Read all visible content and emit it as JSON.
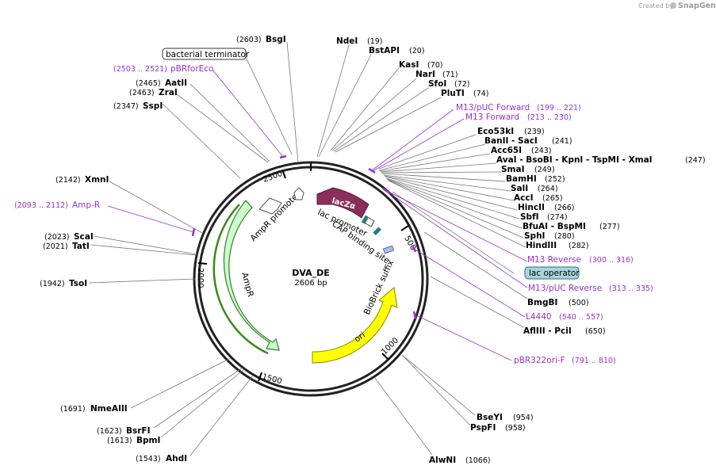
{
  "credit": {
    "prefix": "Created by",
    "brand": "SnapGene"
  },
  "plasmid": {
    "name": "DVA_DE",
    "size": "2606 bp"
  },
  "ticks": [
    "500",
    "1000",
    "1500",
    "2000",
    "2500"
  ],
  "features": {
    "lacZa": "lacZα",
    "lac_promoter": "lac promoter",
    "cap_site": "CAP binding site",
    "biobrick": "BioBrick suffix",
    "ori": "ori",
    "ampR": "AmpR",
    "ampR_promoter": "AmpR promoter",
    "bacterial_terminator": "bacterial terminator",
    "lac_operator": "lac operator"
  },
  "enzymes": {
    "bsgi": {
      "name": "BsgI",
      "pos": "(2603)"
    },
    "ndei": {
      "name": "NdeI",
      "pos": "(19)"
    },
    "bstapi": {
      "name": "BstAPI",
      "pos": "(20)"
    },
    "kasi": {
      "name": "KasI",
      "pos": "(70)"
    },
    "nari": {
      "name": "NarI",
      "pos": "(71)"
    },
    "sfoi": {
      "name": "SfoI",
      "pos": "(72)"
    },
    "pluti": {
      "name": "PluTI",
      "pos": "(74)"
    },
    "eco53ki": {
      "name": "Eco53kI",
      "pos": "(239)"
    },
    "banii_saci": {
      "name": "BanII  - SacI",
      "pos": "(241)"
    },
    "acc65i": {
      "name": "Acc65I",
      "pos": "(243)"
    },
    "avai_group": {
      "name": "AvaI  - BsoBI  - KpnI  - TspMI  - XmaI",
      "pos": "(247)"
    },
    "smai": {
      "name": "SmaI",
      "pos": "(249)"
    },
    "bamhi": {
      "name": "BamHI",
      "pos": "(252)"
    },
    "sali": {
      "name": "SalI",
      "pos": "(264)"
    },
    "acci": {
      "name": "AccI",
      "pos": "(265)"
    },
    "hincii": {
      "name": "HincII",
      "pos": "(266)"
    },
    "sbfi": {
      "name": "SbfI",
      "pos": "(274)"
    },
    "bfuai_bspmi": {
      "name": "BfuAI  - BspMI",
      "pos": "(277)"
    },
    "sphi": {
      "name": "SphI",
      "pos": "(280)"
    },
    "hindiii": {
      "name": "HindIII",
      "pos": "(282)"
    },
    "bmgbi": {
      "name": "BmgBI",
      "pos": "(500)"
    },
    "afliii_pcii": {
      "name": "AflIII  - PciI",
      "pos": "(650)"
    },
    "bseyi": {
      "name": "BseYI",
      "pos": "(954)"
    },
    "pspfi": {
      "name": "PspFI",
      "pos": "(958)"
    },
    "alwni": {
      "name": "AlwNI",
      "pos": "(1066)"
    },
    "ahdi": {
      "name": "AhdI",
      "pos": "(1543)"
    },
    "bpmi": {
      "name": "BpmI",
      "pos": "(1613)"
    },
    "bsrfi": {
      "name": "BsrFI",
      "pos": "(1623)"
    },
    "nmeaiii": {
      "name": "NmeAIII",
      "pos": "(1691)"
    },
    "tsoi": {
      "name": "TsoI",
      "pos": "(1942)"
    },
    "tati": {
      "name": "TatI",
      "pos": "(2021)"
    },
    "scai": {
      "name": "ScaI",
      "pos": "(2023)"
    },
    "xmni": {
      "name": "XmnI",
      "pos": "(2142)"
    },
    "sspi": {
      "name": "SspI",
      "pos": "(2347)"
    },
    "zrai": {
      "name": "ZraI",
      "pos": "(2463)"
    },
    "aatii": {
      "name": "AatII",
      "pos": "(2465)"
    }
  },
  "primers": {
    "pbrforeco": {
      "name": "pBRforEco",
      "range": "(2503 .. 2521)"
    },
    "ampr": {
      "name": "Amp-R",
      "range": "(2093 .. 2112)"
    },
    "m13puc_fwd": {
      "name": "M13/pUC Forward",
      "range": "(199 .. 221)"
    },
    "m13_fwd": {
      "name": "M13 Forward",
      "range": "(213 .. 230)"
    },
    "m13_rev": {
      "name": "M13 Reverse",
      "range": "(300 .. 316)"
    },
    "m13puc_rev": {
      "name": "M13/pUC Reverse",
      "range": "(313 .. 335)"
    },
    "l4440": {
      "name": "L4440",
      "range": "(540 .. 557)"
    },
    "pbr322ori": {
      "name": "pBR322ori-F",
      "range": "(791 .. 810)"
    }
  }
}
